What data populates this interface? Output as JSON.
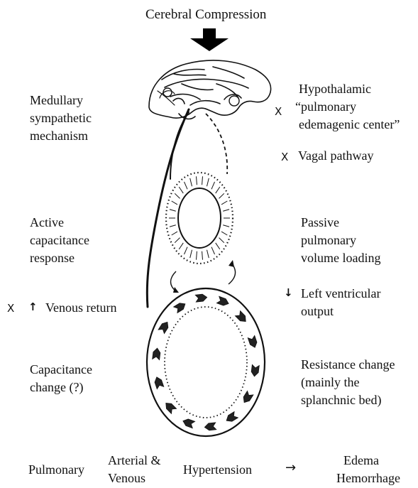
{
  "title": "Cerebral Compression",
  "left": {
    "medullary": [
      "Medullary",
      "sympathetic",
      "mechanism"
    ],
    "active_capacitance": [
      "Active",
      "capacitance",
      "response"
    ],
    "venous_return": "Venous return",
    "capacitance_change": [
      "Capacitance",
      "change (?)"
    ]
  },
  "right": {
    "hypothalamic": [
      "Hypothalamic",
      "“pulmonary",
      "edemagenic center”"
    ],
    "vagal": "Vagal pathway",
    "passive": [
      "Passive",
      "pulmonary",
      "volume loading"
    ],
    "left_ventricular": [
      "Left ventricular",
      "output"
    ],
    "resistance": [
      "Resistance change",
      "(mainly the",
      "splanchnic bed)"
    ]
  },
  "bottom": {
    "pulmonary": "Pulmonary",
    "arterial_venous": [
      "Arterial &",
      "Venous"
    ],
    "hypertension": "Hypertension",
    "edema": [
      "Edema",
      "Hemorrhage"
    ]
  },
  "markers": {
    "block": "X",
    "up": "↑",
    "down": "↓",
    "arrow": "→"
  }
}
